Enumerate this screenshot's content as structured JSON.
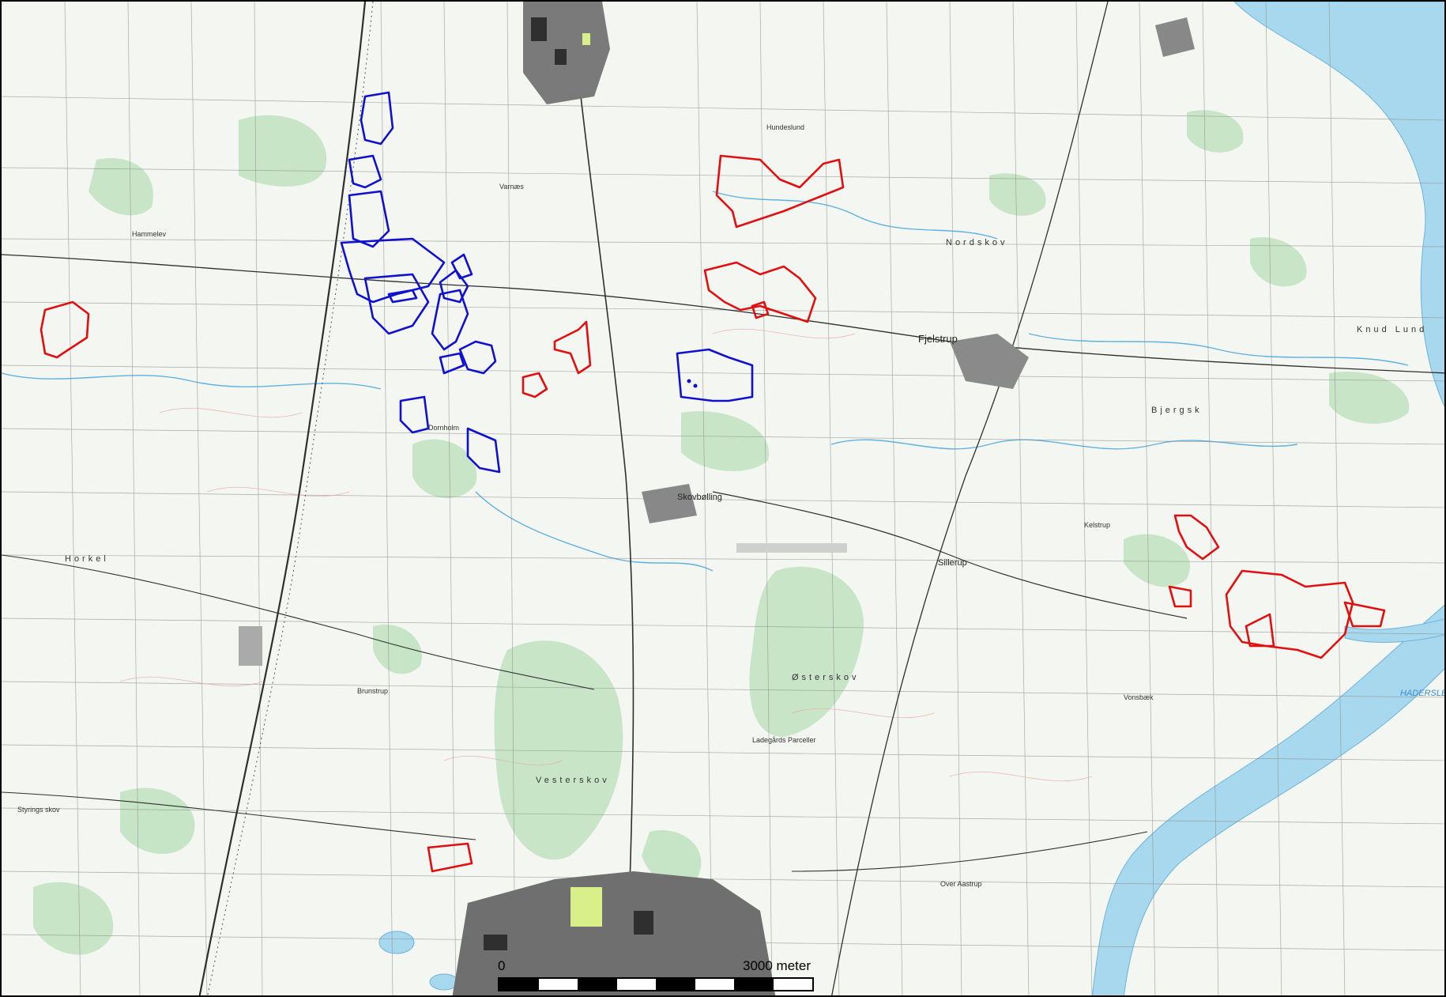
{
  "colors": {
    "background": "#f4f6f1",
    "forest": "#bfe3bf",
    "water": "#a8d8ee",
    "urban": "#4a4a4a",
    "road": "#2f2f2f",
    "field_lines": "#888888",
    "contours": "#e4a9a0",
    "parcel_red": "#e01010",
    "parcel_blue": "#1010d0"
  },
  "places": [
    {
      "name": "Fjelstrup"
    },
    {
      "name": "Skovbølling"
    },
    {
      "name": "Nordskov"
    },
    {
      "name": "Bjergsk"
    },
    {
      "name": "Vesterskov"
    },
    {
      "name": "Østerskov"
    },
    {
      "name": "Horkel"
    },
    {
      "name": "Knud Lund"
    },
    {
      "name": "Ladegårds Parceller"
    },
    {
      "name": "Brunstrup"
    },
    {
      "name": "Styrings skov"
    },
    {
      "name": "Hammelev"
    },
    {
      "name": "Sillerup"
    },
    {
      "name": "Varnæs"
    },
    {
      "name": "Over Aastrup"
    },
    {
      "name": "Vonsbæk"
    },
    {
      "name": "Dornholm"
    },
    {
      "name": "Hundeslund"
    },
    {
      "name": "Kelstrup"
    },
    {
      "name": "HADERSLEV FJORD"
    }
  ],
  "scale_bar": {
    "start_label": "0",
    "end_label": "3000 meter",
    "segments": 8
  },
  "parcels": {
    "red_count": 12,
    "blue_count": 14
  }
}
